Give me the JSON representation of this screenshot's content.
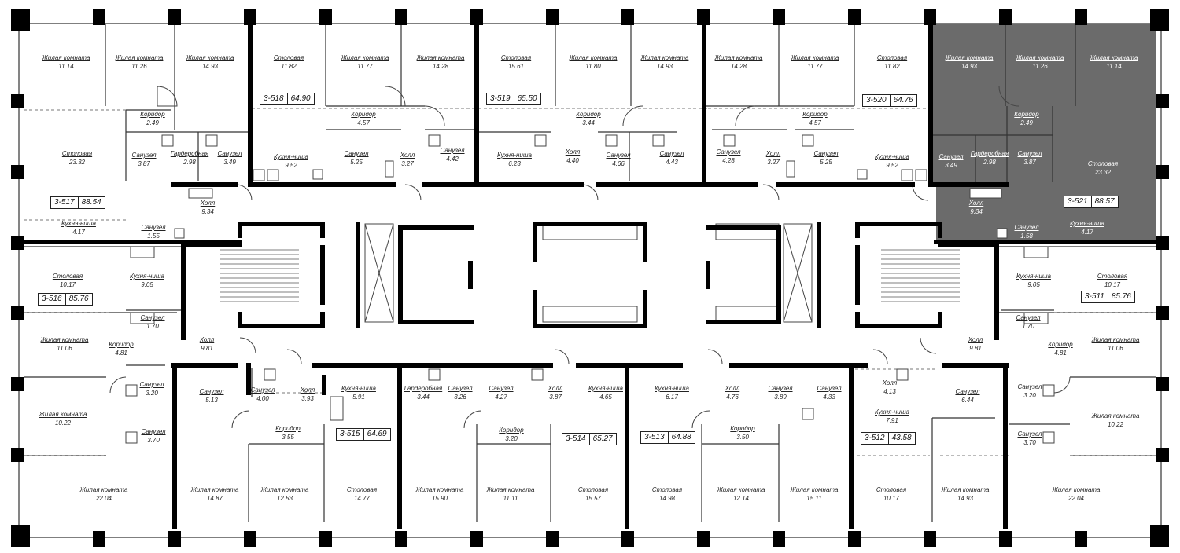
{
  "colors": {
    "wall": "#000000",
    "line": "#333333",
    "highlight": "#6b6b6b",
    "background": "#ffffff"
  },
  "apartments": [
    {
      "id": "3-517",
      "area": "88.54"
    },
    {
      "id": "3-518",
      "area": "64.90"
    },
    {
      "id": "3-519",
      "area": "65.50"
    },
    {
      "id": "3-520",
      "area": "64.76"
    },
    {
      "id": "3-521",
      "area": "88.57",
      "highlighted": true
    },
    {
      "id": "3-516",
      "area": "85.76"
    },
    {
      "id": "3-511",
      "area": "85.76"
    },
    {
      "id": "3-515",
      "area": "64.69"
    },
    {
      "id": "3-514",
      "area": "65.27"
    },
    {
      "id": "3-513",
      "area": "64.88"
    },
    {
      "id": "3-512",
      "area": "43.58"
    }
  ],
  "rooms": [
    {
      "name": "Жилая комната",
      "area": "11.14"
    },
    {
      "name": "Жилая комната",
      "area": "11.26"
    },
    {
      "name": "Жилая комната",
      "area": "14.93"
    },
    {
      "name": "Столовая",
      "area": "11.82"
    },
    {
      "name": "Жилая комната",
      "area": "11.77"
    },
    {
      "name": "Жилая комната",
      "area": "14.28"
    },
    {
      "name": "Столовая",
      "area": "15.61"
    },
    {
      "name": "Жилая комната",
      "area": "11.80"
    },
    {
      "name": "Жилая комната",
      "area": "14.93"
    },
    {
      "name": "Жилая комната",
      "area": "14.28"
    },
    {
      "name": "Жилая комната",
      "area": "11.77"
    },
    {
      "name": "Столовая",
      "area": "11.82"
    },
    {
      "name": "Жилая комната",
      "area": "14.93"
    },
    {
      "name": "Жилая комната",
      "area": "11.26"
    },
    {
      "name": "Жилая комната",
      "area": "11.14"
    },
    {
      "name": "Коридор",
      "area": "2.49"
    },
    {
      "name": "Коридор",
      "area": "4.57"
    },
    {
      "name": "Коридор",
      "area": "3.44"
    },
    {
      "name": "Коридор",
      "area": "4.57"
    },
    {
      "name": "Коридор",
      "area": "2.49"
    },
    {
      "name": "Столовая",
      "area": "23.32"
    },
    {
      "name": "Санузел",
      "area": "3.87"
    },
    {
      "name": "Гардеробная",
      "area": "2.98"
    },
    {
      "name": "Санузел",
      "area": "3.49"
    },
    {
      "name": "Кухня-ниша",
      "area": "9.52"
    },
    {
      "name": "Санузел",
      "area": "5.25"
    },
    {
      "name": "Холл",
      "area": "3.27"
    },
    {
      "name": "Санузел",
      "area": "4.42"
    },
    {
      "name": "Кухня-ниша",
      "area": "6.23"
    },
    {
      "name": "Холл",
      "area": "4.40"
    },
    {
      "name": "Санузел",
      "area": "4.66"
    },
    {
      "name": "Санузел",
      "area": "4.43"
    },
    {
      "name": "Санузел",
      "area": "4.28"
    },
    {
      "name": "Холл",
      "area": "3.27"
    },
    {
      "name": "Санузел",
      "area": "5.25"
    },
    {
      "name": "Кухня-ниша",
      "area": "9.52"
    },
    {
      "name": "Санузел",
      "area": "3.49"
    },
    {
      "name": "Гардеробная",
      "area": "2.98"
    },
    {
      "name": "Санузел",
      "area": "3.87"
    },
    {
      "name": "Столовая",
      "area": "23.32"
    },
    {
      "name": "Холл",
      "area": "9.34"
    },
    {
      "name": "Холл",
      "area": "9.34"
    },
    {
      "name": "Кухня-ниша",
      "area": "4.17"
    },
    {
      "name": "Санузел",
      "area": "1.55"
    },
    {
      "name": "Санузел",
      "area": "1.58"
    },
    {
      "name": "Кухня-ниша",
      "area": "4.17"
    },
    {
      "name": "Столовая",
      "area": "10.17"
    },
    {
      "name": "Кухня-ниша",
      "area": "9.05"
    },
    {
      "name": "Кухня-ниша",
      "area": "9.05"
    },
    {
      "name": "Столовая",
      "area": "10.17"
    },
    {
      "name": "Санузел",
      "area": "1.70"
    },
    {
      "name": "Санузел",
      "area": "1.70"
    },
    {
      "name": "Жилая комната",
      "area": "11.06"
    },
    {
      "name": "Коридор",
      "area": "4.81"
    },
    {
      "name": "Холл",
      "area": "9.81"
    },
    {
      "name": "Холл",
      "area": "9.81"
    },
    {
      "name": "Коридор",
      "area": "4.81"
    },
    {
      "name": "Жилая комната",
      "area": "11.06"
    },
    {
      "name": "Санузел",
      "area": "3.20"
    },
    {
      "name": "Санузел",
      "area": "5.13"
    },
    {
      "name": "Санузел",
      "area": "4.00"
    },
    {
      "name": "Холл",
      "area": "3.93"
    },
    {
      "name": "Кухня-ниша",
      "area": "5.91"
    },
    {
      "name": "Гардеробная",
      "area": "3.44"
    },
    {
      "name": "Санузел",
      "area": "3.26"
    },
    {
      "name": "Санузел",
      "area": "4.27"
    },
    {
      "name": "Холл",
      "area": "3.87"
    },
    {
      "name": "Кухня-ниша",
      "area": "4.65"
    },
    {
      "name": "Кухня-ниша",
      "area": "6.17"
    },
    {
      "name": "Холл",
      "area": "4.76"
    },
    {
      "name": "Санузел",
      "area": "3.89"
    },
    {
      "name": "Санузел",
      "area": "4.33"
    },
    {
      "name": "Холл",
      "area": "4.13"
    },
    {
      "name": "Санузел",
      "area": "6.44"
    },
    {
      "name": "Санузел",
      "area": "3.20"
    },
    {
      "name": "Жилая комната",
      "area": "10.22"
    },
    {
      "name": "Санузел",
      "area": "3.70"
    },
    {
      "name": "Коридор",
      "area": "3.55"
    },
    {
      "name": "Коридор",
      "area": "3.20"
    },
    {
      "name": "Коридор",
      "area": "3.50"
    },
    {
      "name": "Кухня-ниша",
      "area": "7.91"
    },
    {
      "name": "Жилая комната",
      "area": "10.22"
    },
    {
      "name": "Санузел",
      "area": "3.70"
    },
    {
      "name": "Жилая комната",
      "area": "22.04"
    },
    {
      "name": "Жилая комната",
      "area": "14.87"
    },
    {
      "name": "Жилая комната",
      "area": "12.53"
    },
    {
      "name": "Столовая",
      "area": "14.77"
    },
    {
      "name": "Жилая комната",
      "area": "15.90"
    },
    {
      "name": "Жилая комната",
      "area": "11.11"
    },
    {
      "name": "Столовая",
      "area": "15.57"
    },
    {
      "name": "Столовая",
      "area": "14.98"
    },
    {
      "name": "Жилая комната",
      "area": "12.14"
    },
    {
      "name": "Жилая комната",
      "area": "15.11"
    },
    {
      "name": "Столовая",
      "area": "10.17"
    },
    {
      "name": "Жилая комната",
      "area": "14.93"
    },
    {
      "name": "Жилая комната",
      "area": "22.04"
    }
  ]
}
